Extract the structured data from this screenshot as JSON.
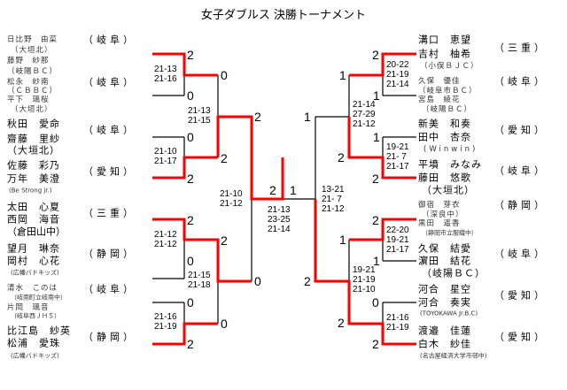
{
  "title": "女子ダブルス 決勝トーナメント",
  "colors": {
    "win_line": "#ff0000",
    "line": "#000000"
  },
  "left_entries": [
    {
      "lines": [
        "日比野　由菜",
        "（大垣北）",
        "藤野　紗那",
        "（岐陽ＢＣ）"
      ],
      "pref": "（岐阜）"
    },
    {
      "lines": [
        "松永　紗南",
        "（ＣＢＢＣ）",
        "平下　璃桜",
        "（大垣北）"
      ],
      "pref": "（岐阜）"
    },
    {
      "lines": [
        "秋田　愛命",
        "齋藤　里紗",
        "（大垣北）"
      ],
      "pref": "（岐阜）"
    },
    {
      "lines": [
        "佐藤　彩乃",
        "万年　美澄",
        "(Be Strong jr.)"
      ],
      "pref": "（愛知）"
    },
    {
      "lines": [
        "太田　心夏",
        "西岡　海音",
        "（倉田山中）"
      ],
      "pref": "（三重）"
    },
    {
      "lines": [
        "望月　琳奈",
        "岡村　心花",
        "(広幡バドキッズ)"
      ],
      "pref": "（静岡）"
    },
    {
      "lines": [
        "清水　このは",
        "（岐南町立岐南中）",
        "片岡　璃音",
        "（岐阜西ＪＨＳ）"
      ],
      "pref": "（岐阜）"
    },
    {
      "lines": [
        "比江島　紗英",
        "松浦　愛珠",
        "(広幡バドキッズ)"
      ],
      "pref": "（静岡）"
    }
  ],
  "right_entries": [
    {
      "lines": [
        "溝口　恵望",
        "吉村　柚希",
        "（小俣ＢＪＣ）"
      ],
      "pref": "（三重）"
    },
    {
      "lines": [
        "久保　優佳",
        "（岐阜市ＢＣ）",
        "宮島　綾花",
        "（岐陽ＢＣ）"
      ],
      "pref": "（岐阜）"
    },
    {
      "lines": [
        "新美　和奏",
        "田中　杏奈",
        "(Winwin)"
      ],
      "pref": "（愛知）"
    },
    {
      "lines": [
        "平墳　みなみ",
        "藤田　悠歌",
        "（大垣北）"
      ],
      "pref": "（岐阜）"
    },
    {
      "lines": [
        "御宿　芽衣",
        "（深良中）",
        "黒田　遥香",
        "（静岡市立服織中）"
      ],
      "pref": "（静岡）"
    },
    {
      "lines": [
        "久保　結愛",
        "濵田　結花",
        "（岐陽ＢＣ）"
      ],
      "pref": "（岐阜）"
    },
    {
      "lines": [
        "河合　星空",
        "河合　奏実",
        "(TOYOKAWA Jr.B.C)"
      ],
      "pref": "（愛知）"
    },
    {
      "lines": [
        "渡邉　佳蓮",
        "白木　紗佳",
        "(名古屋経済大学市邨中)"
      ],
      "pref": "（愛知）"
    }
  ],
  "matches": {
    "l1": {
      "top": "2",
      "bottom": "0",
      "games": [
        "21-13",
        "21-16"
      ]
    },
    "l2": {
      "top": "0",
      "bottom": "2",
      "games": [
        "21-10",
        "21-17"
      ]
    },
    "l3": {
      "top": "2",
      "bottom": "0",
      "games": [
        "21-12",
        "21-12"
      ]
    },
    "l4": {
      "top": "0",
      "bottom": "2",
      "games": [
        "21-16",
        "21-19"
      ]
    },
    "lq1": {
      "top": "0",
      "bottom": "2",
      "games": [
        "21-13",
        "21-15"
      ]
    },
    "lq2": {
      "top": "2",
      "bottom": "0",
      "games": [
        "21-15",
        "21-18"
      ]
    },
    "ls": {
      "top": "2",
      "bottom": "0",
      "games": [
        "21-10",
        "21-12"
      ]
    },
    "final": {
      "left": "2",
      "right": "1",
      "games": [
        "21-13",
        "23-25",
        "21-14"
      ]
    },
    "rs": {
      "top": "1",
      "bottom": "2",
      "games": [
        "13-21",
        "21- 7",
        "21-12"
      ]
    },
    "rq1": {
      "top": "1",
      "bottom": "2",
      "games": [
        "21-14",
        "27-29",
        "21-12"
      ]
    },
    "rq2": {
      "top": "1",
      "bottom": "2",
      "games": [
        "19-21",
        "21-19",
        "21-10"
      ]
    },
    "r1": {
      "top": "2",
      "bottom": "1",
      "games": [
        "20-22",
        "21-19",
        "21-14"
      ]
    },
    "r2": {
      "top": "1",
      "bottom": "2",
      "games": [
        "19-21",
        "21- 7",
        "21-17"
      ]
    },
    "r3": {
      "top": "2",
      "bottom": "1",
      "games": [
        "22-20",
        "19-21",
        "21-17"
      ]
    },
    "r4": {
      "top": "0",
      "bottom": "2",
      "games": [
        "21-16",
        "21-19"
      ]
    }
  }
}
